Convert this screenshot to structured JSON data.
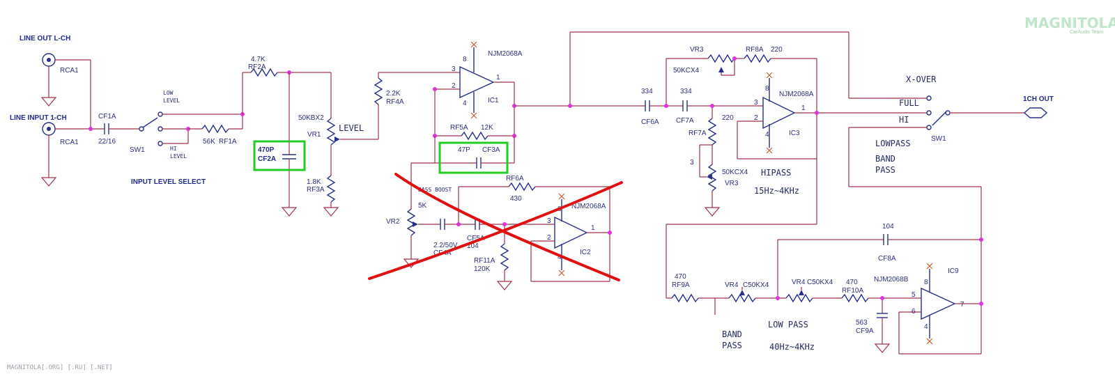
{
  "logo": {
    "text": "MAGNITOLA",
    "subtitle": "CarAudio Team"
  },
  "watermark": "MAGNITOLA[.ORG] [.RU] [.NET]",
  "inputs": {
    "line_out": "LINE OUT L-CH",
    "line_input": "LINE INPUT 1-CH",
    "rca_top": "RCA1",
    "rca_bottom": "RCA1"
  },
  "input_stage": {
    "cf1a": "CF1A",
    "cf1a_val": "22/16",
    "sw1": "SW1",
    "low_level_1": "LOW",
    "low_level_2": "LEVEL",
    "hi_level_1": "HI",
    "hi_level_2": "LEVEL",
    "rf1a_val": "56K",
    "rf1a": "RF1A",
    "input_level_select": "INPUT LEVEL SELECT",
    "rf2a_val": "4.7K",
    "rf2a": "RF2A",
    "cf2a_val": "470P",
    "cf2a": "CF2A",
    "vr1_val": "50KBX2",
    "vr1": "VR1",
    "level": "LEVEL",
    "rf3a_val": "1.8K",
    "rf3a": "RF3A"
  },
  "ic1_stage": {
    "rf4a_val": "2.2K",
    "rf4a": "RF4A",
    "ic1_part": "NJM2068A",
    "ic1": "IC1",
    "pin3": "3",
    "pin2": "2",
    "pin1": "1",
    "pin8": "8",
    "pin4": "4",
    "rf5a": "RF5A",
    "rf5a_val": "12K",
    "cf3a_val": "47P",
    "cf3a": "CF3A"
  },
  "bass_boost": {
    "label": "BASS BOOST",
    "rf6a": "RF6A",
    "rf6a_val": "430",
    "vr2": "VR2",
    "vr2_val": "5K",
    "cf4a_val": "2.2/50V",
    "cf4a": "CF4A",
    "cf5a": "CF5A",
    "cf5a_val": "104",
    "rf11a": "RF11A",
    "rf11a_val": "120K",
    "ic2_part": "NJM2068A",
    "ic2": "IC2",
    "pin3": "3",
    "pin2": "2",
    "pin1": "1",
    "pin8": "8",
    "pin4": "4"
  },
  "hipass": {
    "vr3_top": "VR3",
    "vr3_top_val": "50KCX4",
    "rf8a": "RF8A",
    "rf8a_val": "220",
    "cf6a_val": "334",
    "cf6a": "CF6A",
    "cf7a_val": "334",
    "cf7a": "CF7A",
    "rf7a_val": "220",
    "rf7a": "RF7A",
    "vr3_bottom": "VR3",
    "vr3_bottom_val": "50KCX4",
    "wiper": "3",
    "ic3_part": "NJM2068A",
    "ic3": "IC3",
    "pin3": "3",
    "pin2": "2",
    "pin1": "1",
    "pin8": "8",
    "pin4": "4",
    "title": "HIPASS",
    "range": "15Hz~4KHz"
  },
  "xover": {
    "title": "X-OVER",
    "full": "FULL",
    "hi": "HI",
    "sw1": "SW1",
    "lowpass": "LOWPASS",
    "band_1": "BAND",
    "band_2": "PASS",
    "out": "1CH OUT"
  },
  "lowpass": {
    "rf9a_val": "470",
    "rf9a": "RF9A",
    "vr4a": "VR4",
    "vr4a_val": "C50KX4",
    "vr4b": "VR4",
    "vr4b_val": "C50KX4",
    "rf10a_val": "470",
    "rf10a": "RF10A",
    "ic9_part": "NJM2068B",
    "ic9": "IC9",
    "cf8a_val": "104",
    "cf8a": "CF8A",
    "cf9a_val": "563",
    "cf9a": "CF9A",
    "pin5": "5",
    "pin6": "6",
    "pin7": "7",
    "pin8": "8",
    "pin4": "4",
    "band_1": "BAND",
    "band_2": "PASS",
    "low_pass": "LOW PASS",
    "range": "40Hz~4KHz"
  }
}
